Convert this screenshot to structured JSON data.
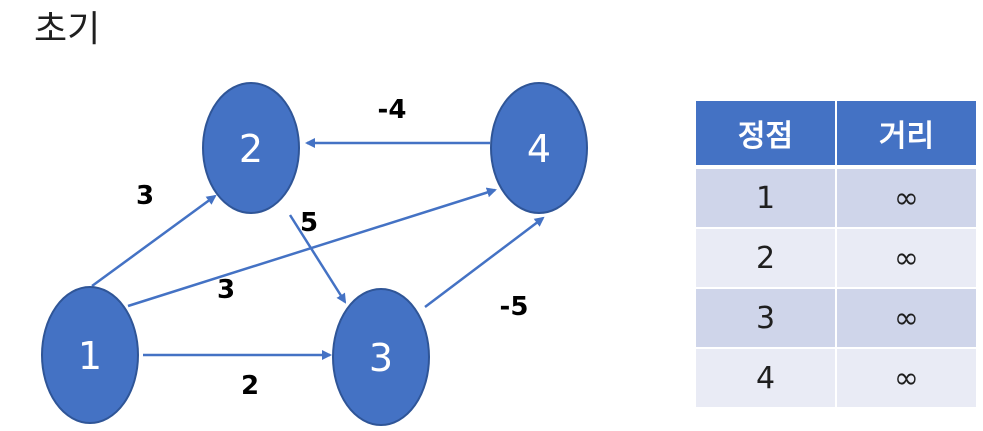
{
  "title": "초기",
  "graph": {
    "nodes": [
      {
        "id": "1",
        "label": "1"
      },
      {
        "id": "2",
        "label": "2"
      },
      {
        "id": "3",
        "label": "3"
      },
      {
        "id": "4",
        "label": "4"
      }
    ],
    "edges": [
      {
        "from": "4",
        "to": "2",
        "weight": "-4"
      },
      {
        "from": "1",
        "to": "2",
        "weight": "3"
      },
      {
        "from": "2",
        "to": "3",
        "weight": "5"
      },
      {
        "from": "1",
        "to": "4",
        "weight": "3"
      },
      {
        "from": "3",
        "to": "4",
        "weight": "-5"
      },
      {
        "from": "1",
        "to": "3",
        "weight": "2"
      }
    ]
  },
  "table": {
    "headers": [
      "정점",
      "거리"
    ],
    "rows": [
      [
        "1",
        "∞"
      ],
      [
        "2",
        "∞"
      ],
      [
        "3",
        "∞"
      ],
      [
        "4",
        "∞"
      ]
    ]
  },
  "colors": {
    "node_fill": "#4472C4",
    "table_header": "#4472C4",
    "row_dark": "#CFD5EA",
    "row_light": "#E9EBF5"
  }
}
